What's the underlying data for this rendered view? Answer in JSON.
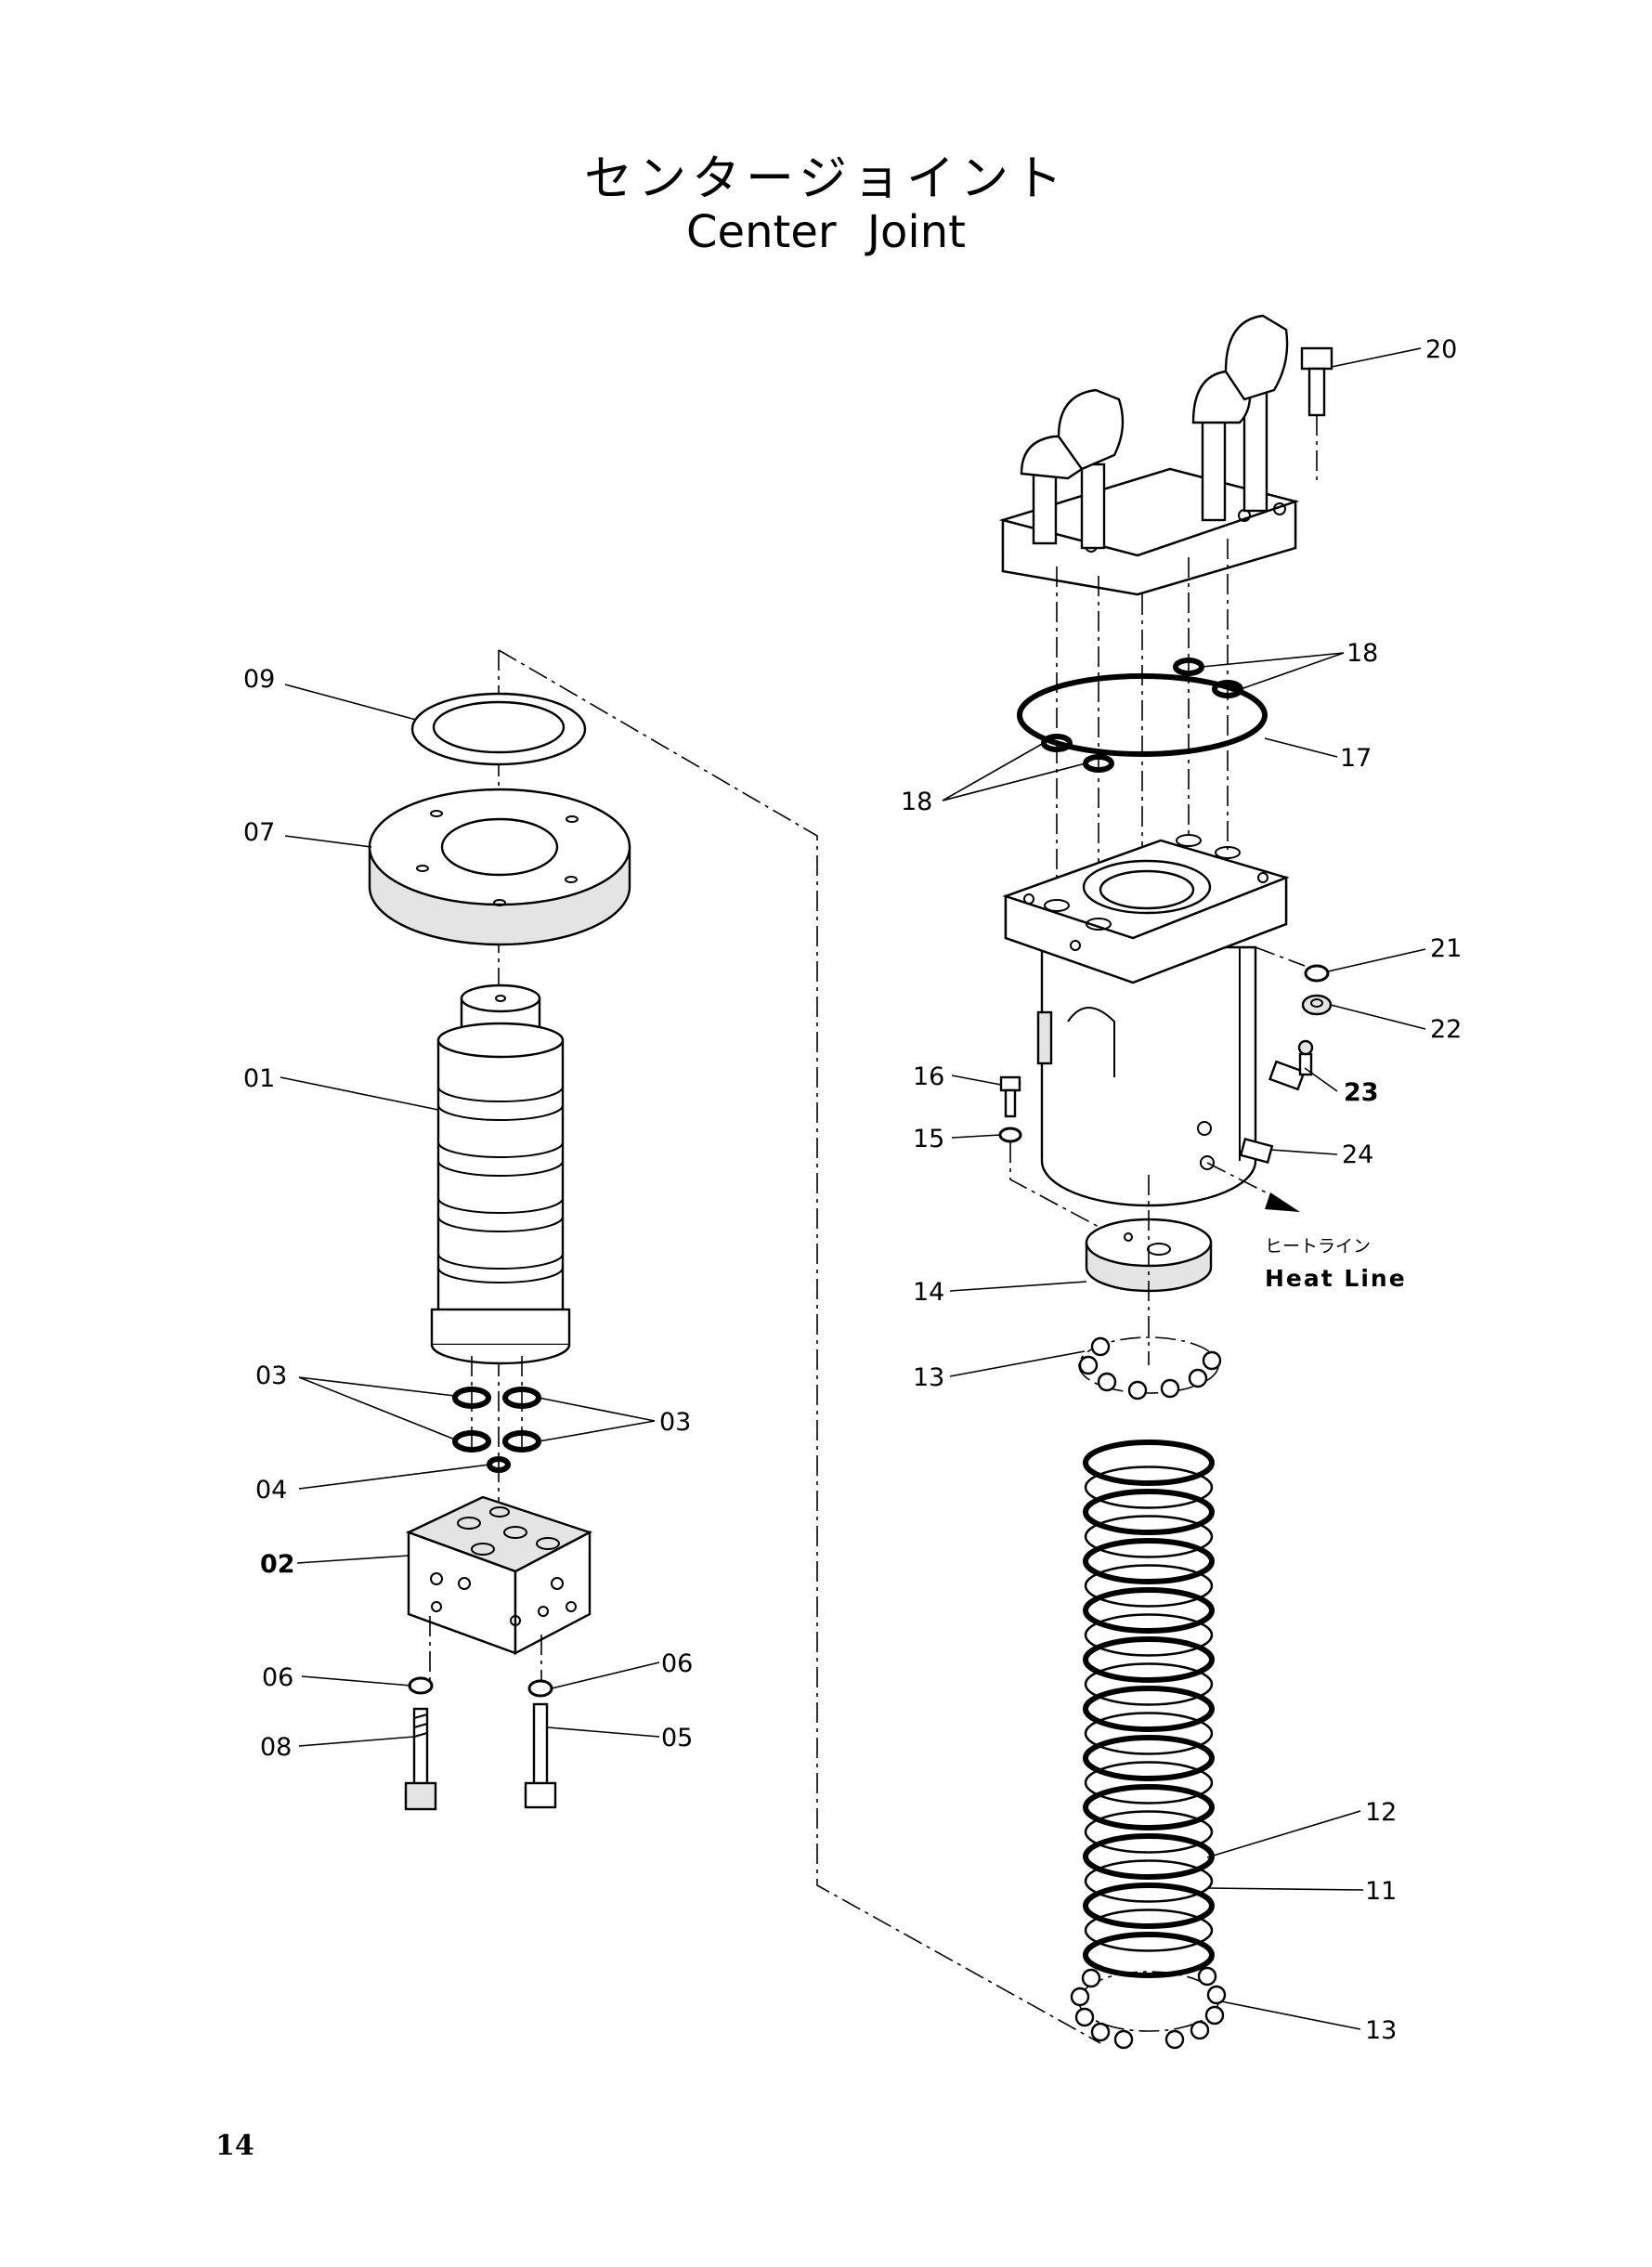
{
  "title": {
    "japanese": "センタージョイント",
    "english": "Center Joint"
  },
  "page_number": "14",
  "heat_line": {
    "japanese": "ヒートライン",
    "english": "Heat Line"
  },
  "callouts": {
    "c09": "09",
    "c07": "07",
    "c01": "01",
    "c03a": "03",
    "c03b": "03",
    "c04": "04",
    "c02": "02",
    "c06a": "06",
    "c06b": "06",
    "c08": "08",
    "c05": "05",
    "c20": "20",
    "c18a": "18",
    "c18b": "18",
    "c17": "17",
    "c21": "21",
    "c22": "22",
    "c23": "23",
    "c24": "24",
    "c16": "16",
    "c15": "15",
    "c14": "14",
    "c13a": "13",
    "c12": "12",
    "c11": "11",
    "c13b": "13"
  }
}
